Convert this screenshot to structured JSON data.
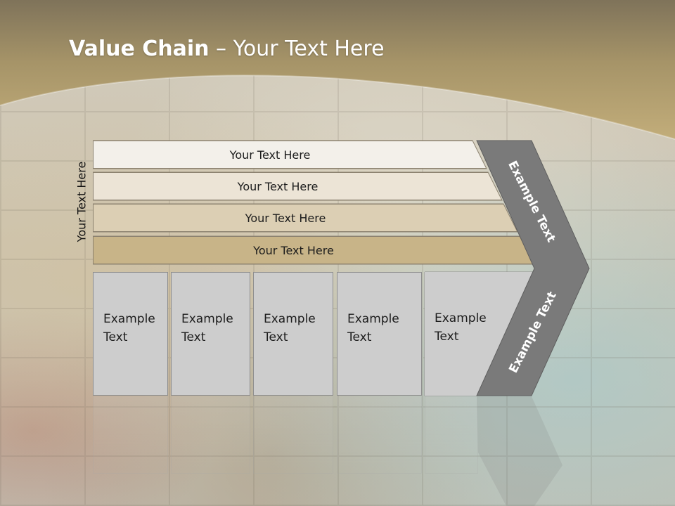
{
  "slide": {
    "title_bold": "Value Chain",
    "title_rest": " – Your Text Here"
  },
  "side_label": "Your Text Here",
  "support_bars": [
    {
      "label": "Your Text Here"
    },
    {
      "label": "Your Text Here"
    },
    {
      "label": "Your Text Here"
    },
    {
      "label": "Your Text Here"
    }
  ],
  "primary_boxes": [
    {
      "line1": "Example",
      "line2": "Text"
    },
    {
      "line1": "Example",
      "line2": "Text"
    },
    {
      "line1": "Example",
      "line2": "Text"
    },
    {
      "line1": "Example",
      "line2": "Text"
    },
    {
      "line1": "Example",
      "line2": "Text"
    }
  ],
  "chevron": {
    "upper_label": "Example Text",
    "lower_label": "Example Text"
  },
  "colors": {
    "header_band": "#a69468",
    "chevron": "#7a7a7a",
    "box_fill": "#cdcdcd"
  }
}
